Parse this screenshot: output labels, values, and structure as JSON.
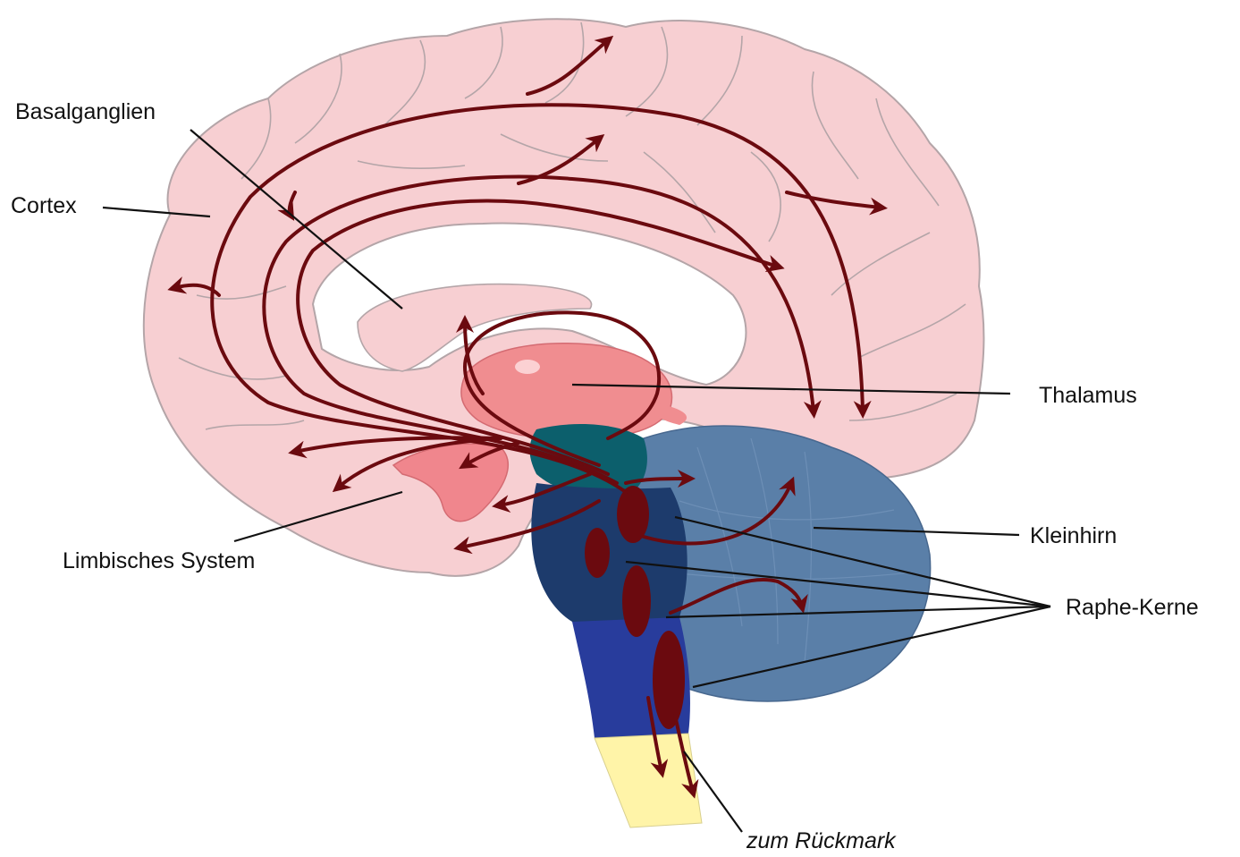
{
  "labels": {
    "basalganglien": "Basalganglien",
    "cortex": "Cortex",
    "thalamus": "Thalamus",
    "limbisches_system": "Limbisches System",
    "kleinhirn": "Kleinhirn",
    "raphe_kerne": "Raphe-Kerne",
    "zum_rueckmark": "zum Rückmark"
  },
  "colors": {
    "cortex": "#f7cfd2",
    "cortex_outline": "#b4a5a8",
    "inner_white": "#ffffff",
    "thalamus": "#f08d90",
    "limbic": "#f0868d",
    "pathway": "#6b0a0f",
    "midbrain": "#0c5f6c",
    "pons": "#1d3b6c",
    "medulla": "#283c9c",
    "spinal": "#fff4a8",
    "cerebellum": "#5a7fa8",
    "raphe": "#6b0a0f",
    "leader": "#111111"
  }
}
